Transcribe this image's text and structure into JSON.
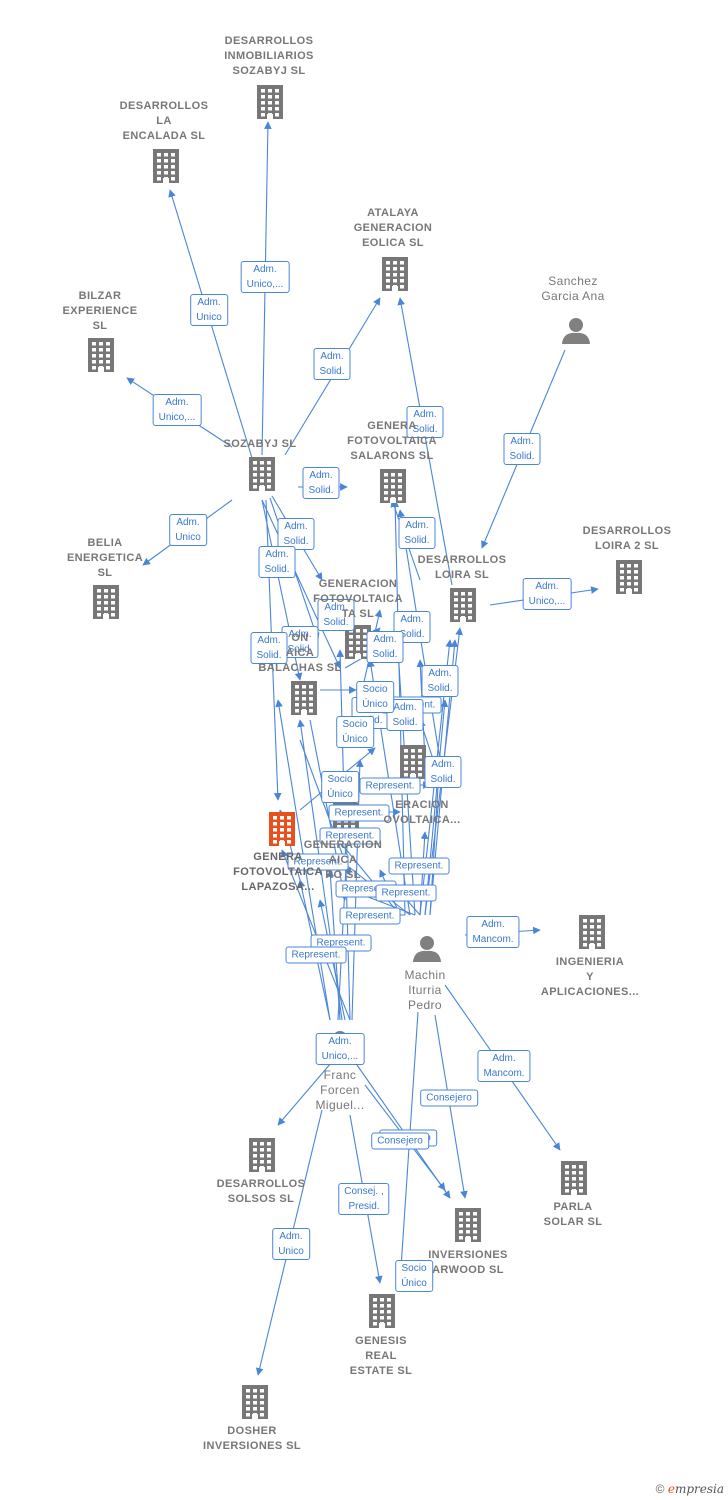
{
  "colors": {
    "edge": "#4a86d8",
    "company": "#777777",
    "focus": "#e8501e",
    "person": "#808080"
  },
  "nodes": [
    {
      "id": "sozabyj",
      "type": "company",
      "lines": [
        "SOZABYJ SL"
      ]
    },
    {
      "id": "inmob",
      "type": "company",
      "lines": [
        "DESARROLLOS",
        "INMOBILIARIOS",
        "SOZABYJ  SL"
      ]
    },
    {
      "id": "encalada",
      "type": "company",
      "lines": [
        "DESARROLLOS",
        "LA",
        "ENCALADA  SL"
      ]
    },
    {
      "id": "atalaya",
      "type": "company",
      "lines": [
        "ATALAYA",
        "GENERACION",
        "EOLICA  SL"
      ]
    },
    {
      "id": "bilzar",
      "type": "company",
      "lines": [
        "BILZAR",
        "EXPERIENCE",
        "SL"
      ]
    },
    {
      "id": "sanchez",
      "type": "person",
      "lines": [
        "Sanchez",
        "Garcia Ana"
      ]
    },
    {
      "id": "salarons",
      "type": "company",
      "lines": [
        "GENERA",
        "FOTOVOLTAICA",
        "SALARONS  SL"
      ]
    },
    {
      "id": "belia",
      "type": "company",
      "lines": [
        "BELIA",
        "ENERGETICA",
        "SL"
      ]
    },
    {
      "id": "loira",
      "type": "company",
      "lines": [
        "DESARROLLOS",
        "LOIRA SL"
      ]
    },
    {
      "id": "loira2",
      "type": "company",
      "lines": [
        "DESARROLLOS",
        "LOIRA 2  SL"
      ]
    },
    {
      "id": "fotoA",
      "type": "company",
      "lines": [
        "GENERACION",
        "FOTOVOLTAICA",
        "TA  SL"
      ]
    },
    {
      "id": "balachas",
      "type": "company",
      "lines": [
        "ON",
        "AICA",
        "BALACHAS  SL"
      ]
    },
    {
      "id": "fotoB",
      "type": "company",
      "lines": [
        "ERACION",
        "OVOLTAICA..."
      ]
    },
    {
      "id": "lapazosa",
      "type": "focus",
      "lines": [
        "GENERA",
        "FOTOVOLTAICA",
        "LAPAZOSA..."
      ]
    },
    {
      "id": "fotoC",
      "type": "company",
      "lines": [
        "GENERACION",
        "AICA",
        "RO  SL"
      ]
    },
    {
      "id": "machin",
      "type": "person",
      "lines": [
        "Machin",
        "Iturria",
        "Pedro"
      ]
    },
    {
      "id": "ingenieria",
      "type": "company",
      "lines": [
        "INGENIERIA",
        "Y",
        "APLICACIONES..."
      ]
    },
    {
      "id": "franc",
      "type": "person",
      "lines": [
        "Franc",
        "Forcen",
        "Miguel..."
      ]
    },
    {
      "id": "solsos",
      "type": "company",
      "lines": [
        "DESARROLLOS",
        "SOLSOS  SL"
      ]
    },
    {
      "id": "parla",
      "type": "company",
      "lines": [
        "PARLA",
        "SOLAR SL"
      ]
    },
    {
      "id": "inversiones",
      "type": "company",
      "lines": [
        "INVERSIONES",
        "ARWOOD  SL"
      ]
    },
    {
      "id": "genesis",
      "type": "company",
      "lines": [
        "GENESIS",
        "REAL",
        "ESTATE  SL"
      ]
    },
    {
      "id": "dosher",
      "type": "company",
      "lines": [
        "DOSHER",
        "INVERSIONES SL"
      ]
    }
  ],
  "edges": [
    {
      "id": "e1",
      "lines": [
        "Adm.",
        "Unico,..."
      ]
    },
    {
      "id": "e2",
      "lines": [
        "Adm.",
        "Unico"
      ]
    },
    {
      "id": "e3",
      "lines": [
        "Adm.",
        "Solid."
      ]
    },
    {
      "id": "e4",
      "lines": [
        "Adm.",
        "Unico,..."
      ]
    },
    {
      "id": "e5",
      "lines": [
        "Adm.",
        "Solid."
      ]
    },
    {
      "id": "e6",
      "lines": [
        "Adm.",
        "Solid."
      ]
    },
    {
      "id": "e7",
      "lines": [
        "Adm.",
        "Solid."
      ]
    },
    {
      "id": "e8",
      "lines": [
        "Adm.",
        "Unico"
      ]
    },
    {
      "id": "e9",
      "lines": [
        "Adm.",
        "Solid."
      ]
    },
    {
      "id": "e10",
      "lines": [
        "Adm.",
        "Solid."
      ]
    },
    {
      "id": "e11",
      "lines": [
        "Adm.",
        "Solid."
      ]
    },
    {
      "id": "e12",
      "lines": [
        "Adm.",
        "Unico,..."
      ]
    },
    {
      "id": "e13",
      "lines": [
        "Adm.",
        "Solid."
      ]
    },
    {
      "id": "e14",
      "lines": [
        "Adm.",
        "Solid."
      ]
    },
    {
      "id": "e15",
      "lines": [
        "Adm.",
        "Solid."
      ]
    },
    {
      "id": "e16",
      "lines": [
        "Adm.",
        "Solid."
      ]
    },
    {
      "id": "e17",
      "lines": [
        "Adm.",
        "Solid."
      ]
    },
    {
      "id": "e18",
      "lines": [
        "Adm.",
        "Solid."
      ]
    },
    {
      "id": "e19",
      "lines": [
        "Adm.",
        "Solid."
      ]
    },
    {
      "id": "e20",
      "lines": [
        "Socio",
        "Único"
      ]
    },
    {
      "id": "e21",
      "lines": [
        "Represent."
      ]
    },
    {
      "id": "e22",
      "lines": [
        "Adm.",
        "Solid."
      ]
    },
    {
      "id": "e23",
      "lines": [
        "Socio",
        "Único"
      ]
    },
    {
      "id": "e24",
      "lines": [
        "Adm.",
        "Solid."
      ]
    },
    {
      "id": "e25",
      "lines": [
        "Socio",
        "Único"
      ]
    },
    {
      "id": "e26",
      "lines": [
        "Represent."
      ]
    },
    {
      "id": "e27",
      "lines": [
        "Represent."
      ]
    },
    {
      "id": "e28",
      "lines": [
        "Represent."
      ]
    },
    {
      "id": "e29",
      "lines": [
        "Represent."
      ]
    },
    {
      "id": "e30",
      "lines": [
        "Represent."
      ]
    },
    {
      "id": "e31",
      "lines": [
        "Represent."
      ]
    },
    {
      "id": "e32",
      "lines": [
        "Represent."
      ]
    },
    {
      "id": "e33",
      "lines": [
        "Represent."
      ]
    },
    {
      "id": "e34",
      "lines": [
        "Represent."
      ]
    },
    {
      "id": "e35",
      "lines": [
        "Represent."
      ]
    },
    {
      "id": "e36",
      "lines": [
        "Adm.",
        "Mancom."
      ]
    },
    {
      "id": "e37",
      "lines": [
        "Adm.",
        "Unico,..."
      ]
    },
    {
      "id": "e38",
      "lines": [
        "Adm.",
        "Mancom."
      ]
    },
    {
      "id": "e39",
      "lines": [
        "Consejero"
      ]
    },
    {
      "id": "e40",
      "lines": [
        "Consejero"
      ]
    },
    {
      "id": "e41",
      "lines": [
        "Consejero"
      ]
    },
    {
      "id": "e42",
      "lines": [
        "Consej. ,",
        "Presid."
      ]
    },
    {
      "id": "e43",
      "lines": [
        "Adm.",
        "Unico"
      ]
    },
    {
      "id": "e44",
      "lines": [
        "Socio",
        "Único"
      ]
    }
  ],
  "footer": {
    "copyright": "©",
    "brand_initial": "e",
    "brand_rest": "mpresia"
  }
}
